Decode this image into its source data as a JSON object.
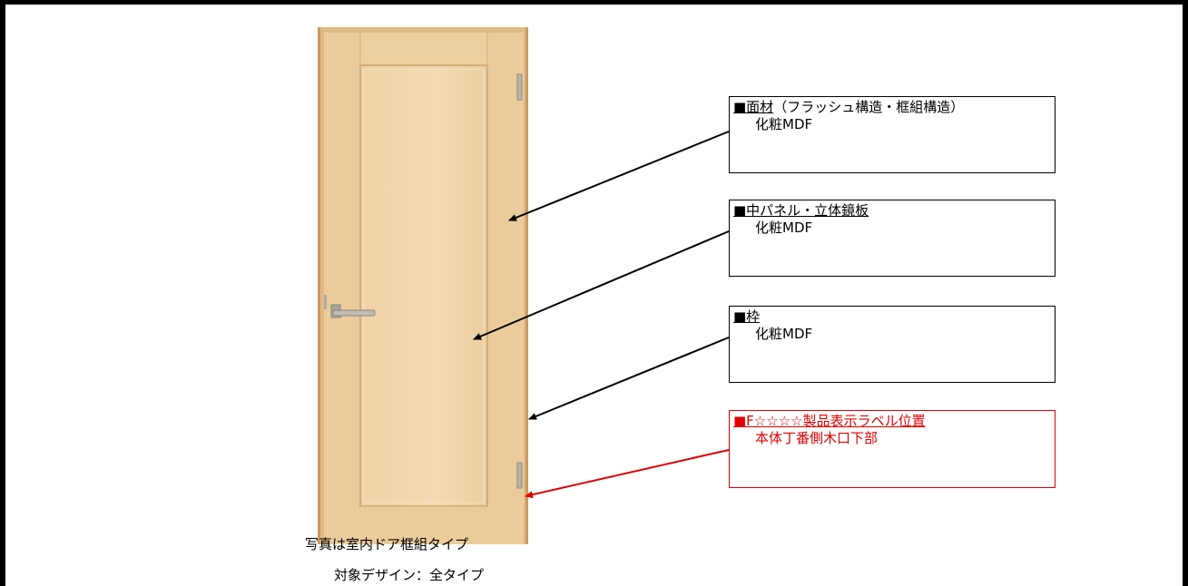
{
  "callouts": [
    {
      "heading": "■面材",
      "note": "（フラッシュ構造・框組構造）",
      "detail": "化粧MDF",
      "color": "#000000"
    },
    {
      "heading": "■中パネル・立体鏡板",
      "note": "",
      "detail": "化粧MDF",
      "color": "#000000"
    },
    {
      "heading": "■枠",
      "note": "",
      "detail": "化粧MDF",
      "color": "#000000"
    },
    {
      "heading": "■F☆☆☆☆製品表示ラベル位置",
      "note": "",
      "detail": "本体丁番側木口下部",
      "color": "#e00000"
    }
  ],
  "captions": {
    "photo": "写真は室内ドア框組タイプ",
    "target": "対象デザイン：全タイプ"
  },
  "colors": {
    "wood": "#eccfa3",
    "wood_dark": "#d9b685",
    "frame_wood": "#e7c08f",
    "hardware": "#a9a49a",
    "label_red": "#e00000"
  }
}
